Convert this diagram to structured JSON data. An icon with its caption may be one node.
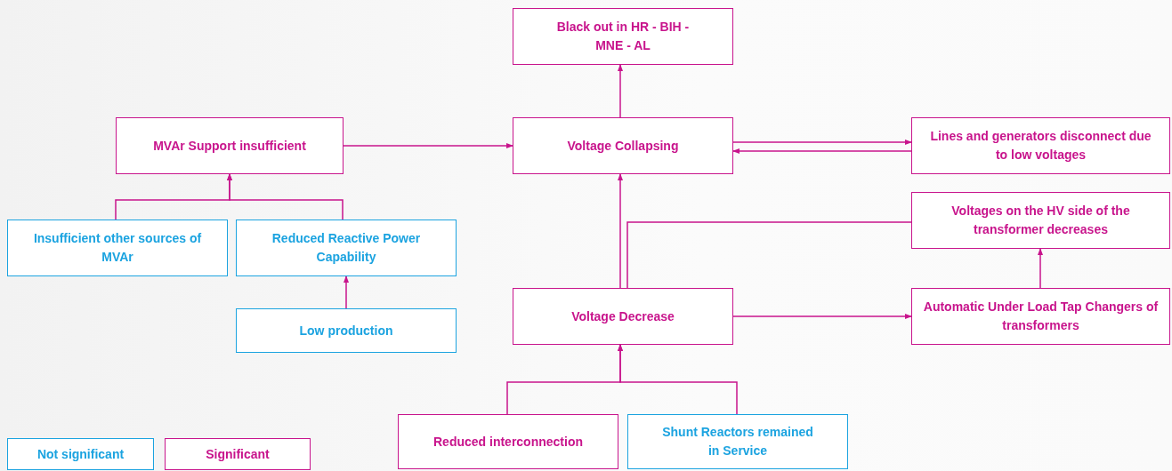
{
  "diagram": {
    "nodes": [
      {
        "text": [
          "Black out in HR - BIH - MNE - AL"
        ]
      },
      {
        "text": [
          "MVAr Support insufficient"
        ]
      },
      {
        "text": [
          "Voltage Collapsing"
        ]
      },
      {
        "text": [
          "Lines and generators disconnect due to low voltages"
        ]
      },
      {
        "text": [
          "Insufficient other sources of MVAr"
        ]
      },
      {
        "text": [
          "Reduced Reactive Power Capability"
        ]
      },
      {
        "text": [
          "Voltages on the HV side of the transformer decreases"
        ]
      },
      {
        "text": [
          "Low production"
        ]
      },
      {
        "text": [
          "Voltage Decrease"
        ]
      },
      {
        "text": [
          "Automatic Under Load Tap Changers of transformers"
        ]
      },
      {
        "text": [
          "Reduced interconnection"
        ]
      },
      {
        "text": [
          "Shunt Reactors remained in Service"
        ]
      }
    ],
    "edges": [
      {
        "from": 1,
        "to": 2,
        "arrow": "to"
      },
      {
        "from": 2,
        "to": 0,
        "arrow": "to"
      },
      {
        "from": 2,
        "to": 3,
        "arrow": "to"
      },
      {
        "from": 3,
        "to": 2,
        "arrow": "to"
      },
      {
        "from": 4,
        "to": 1,
        "arrow": "to"
      },
      {
        "from": 5,
        "to": 1,
        "arrow": "to"
      },
      {
        "from": 7,
        "to": 5,
        "arrow": "to"
      },
      {
        "from": 8,
        "to": 2,
        "arrow": "to"
      },
      {
        "from": 8,
        "to": 6,
        "arrow": "none"
      },
      {
        "from": 8,
        "to": 9,
        "arrow": "to"
      },
      {
        "from": 9,
        "to": 6,
        "arrow": "to"
      },
      {
        "from": 10,
        "to": 8,
        "arrow": "to"
      },
      {
        "from": 11,
        "to": 8,
        "arrow": "to"
      }
    ],
    "legend": [
      {
        "text": "Not significant",
        "color": "#1ba3e0"
      },
      {
        "text": "Significant",
        "color": "#c8148c"
      }
    ]
  }
}
